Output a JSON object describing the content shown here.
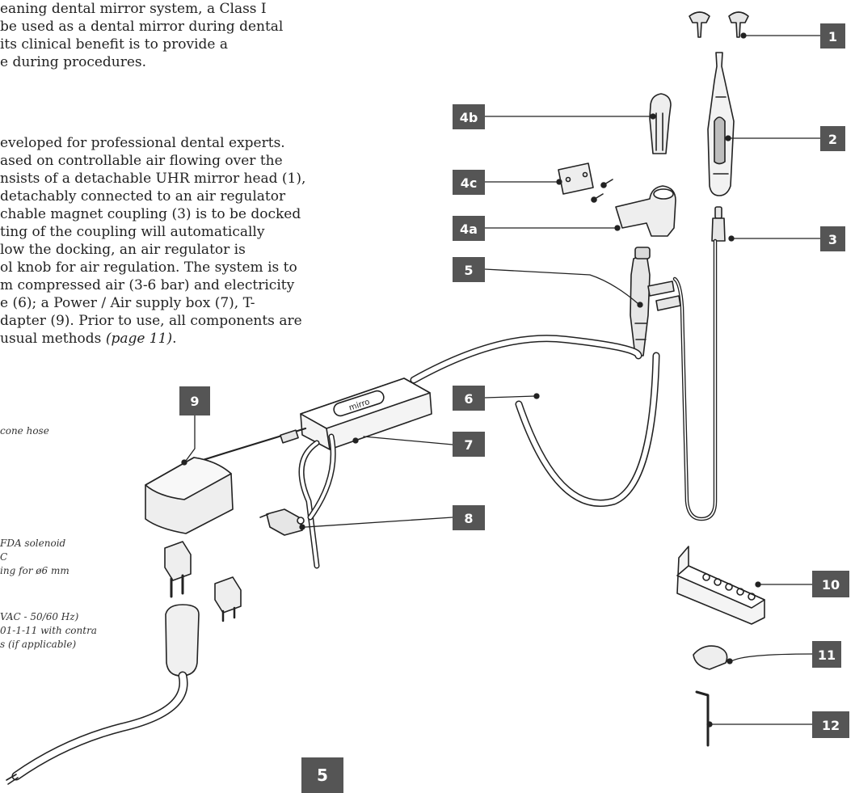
{
  "intro": {
    "para1_lines": [
      "eaning dental mirror system, a Class I",
      "be used as a dental mirror during dental",
      "its clinical benefit is to provide a",
      "e during procedures."
    ],
    "para2_lines": [
      "eveloped for professional dental experts.",
      "ased on controllable air flowing over the",
      "nsists of a detachable UHR mirror head (1),",
      " detachably connected to an air regulator",
      "chable magnet coupling (3) is to be docked",
      "ting of the coupling will automatically",
      "low the docking, an air regulator is",
      "ol knob for air regulation. The system is to",
      "m compressed air (3-6 bar) and electricity",
      "e (6); a Power / Air supply box (7), T-",
      "dapter (9). Prior to use, all components are"
    ],
    "para2_last_prefix": " usual methods ",
    "para2_last_ref": "(page 11)",
    "para2_last_suffix": "."
  },
  "notes": {
    "group1": [
      "cone hose"
    ],
    "group2": [
      "FDA solenoid",
      "C",
      "ing for ø6 mm"
    ],
    "group3": [
      " VAC - 50/60 Hz)",
      "01-1-11 with contra",
      "s (if applicable)"
    ]
  },
  "callouts": [
    "1",
    "2",
    "3",
    "4a",
    "4b",
    "4c",
    "5",
    "6",
    "7",
    "8",
    "9",
    "10",
    "11",
    "12"
  ],
  "device_label": "mirro",
  "page_number": "5",
  "colors": {
    "callout_bg": "#555555",
    "line": "#222222",
    "text": "#222222"
  }
}
